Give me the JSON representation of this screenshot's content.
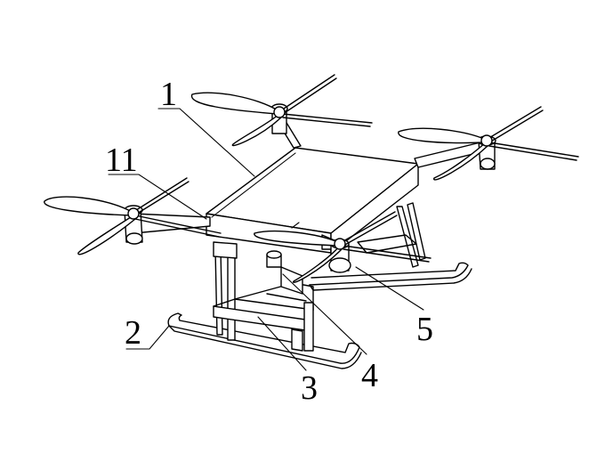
{
  "labels": {
    "l1": "1",
    "l11": "11",
    "l2": "2",
    "l3": "3",
    "l4": "4",
    "l5": "5"
  }
}
